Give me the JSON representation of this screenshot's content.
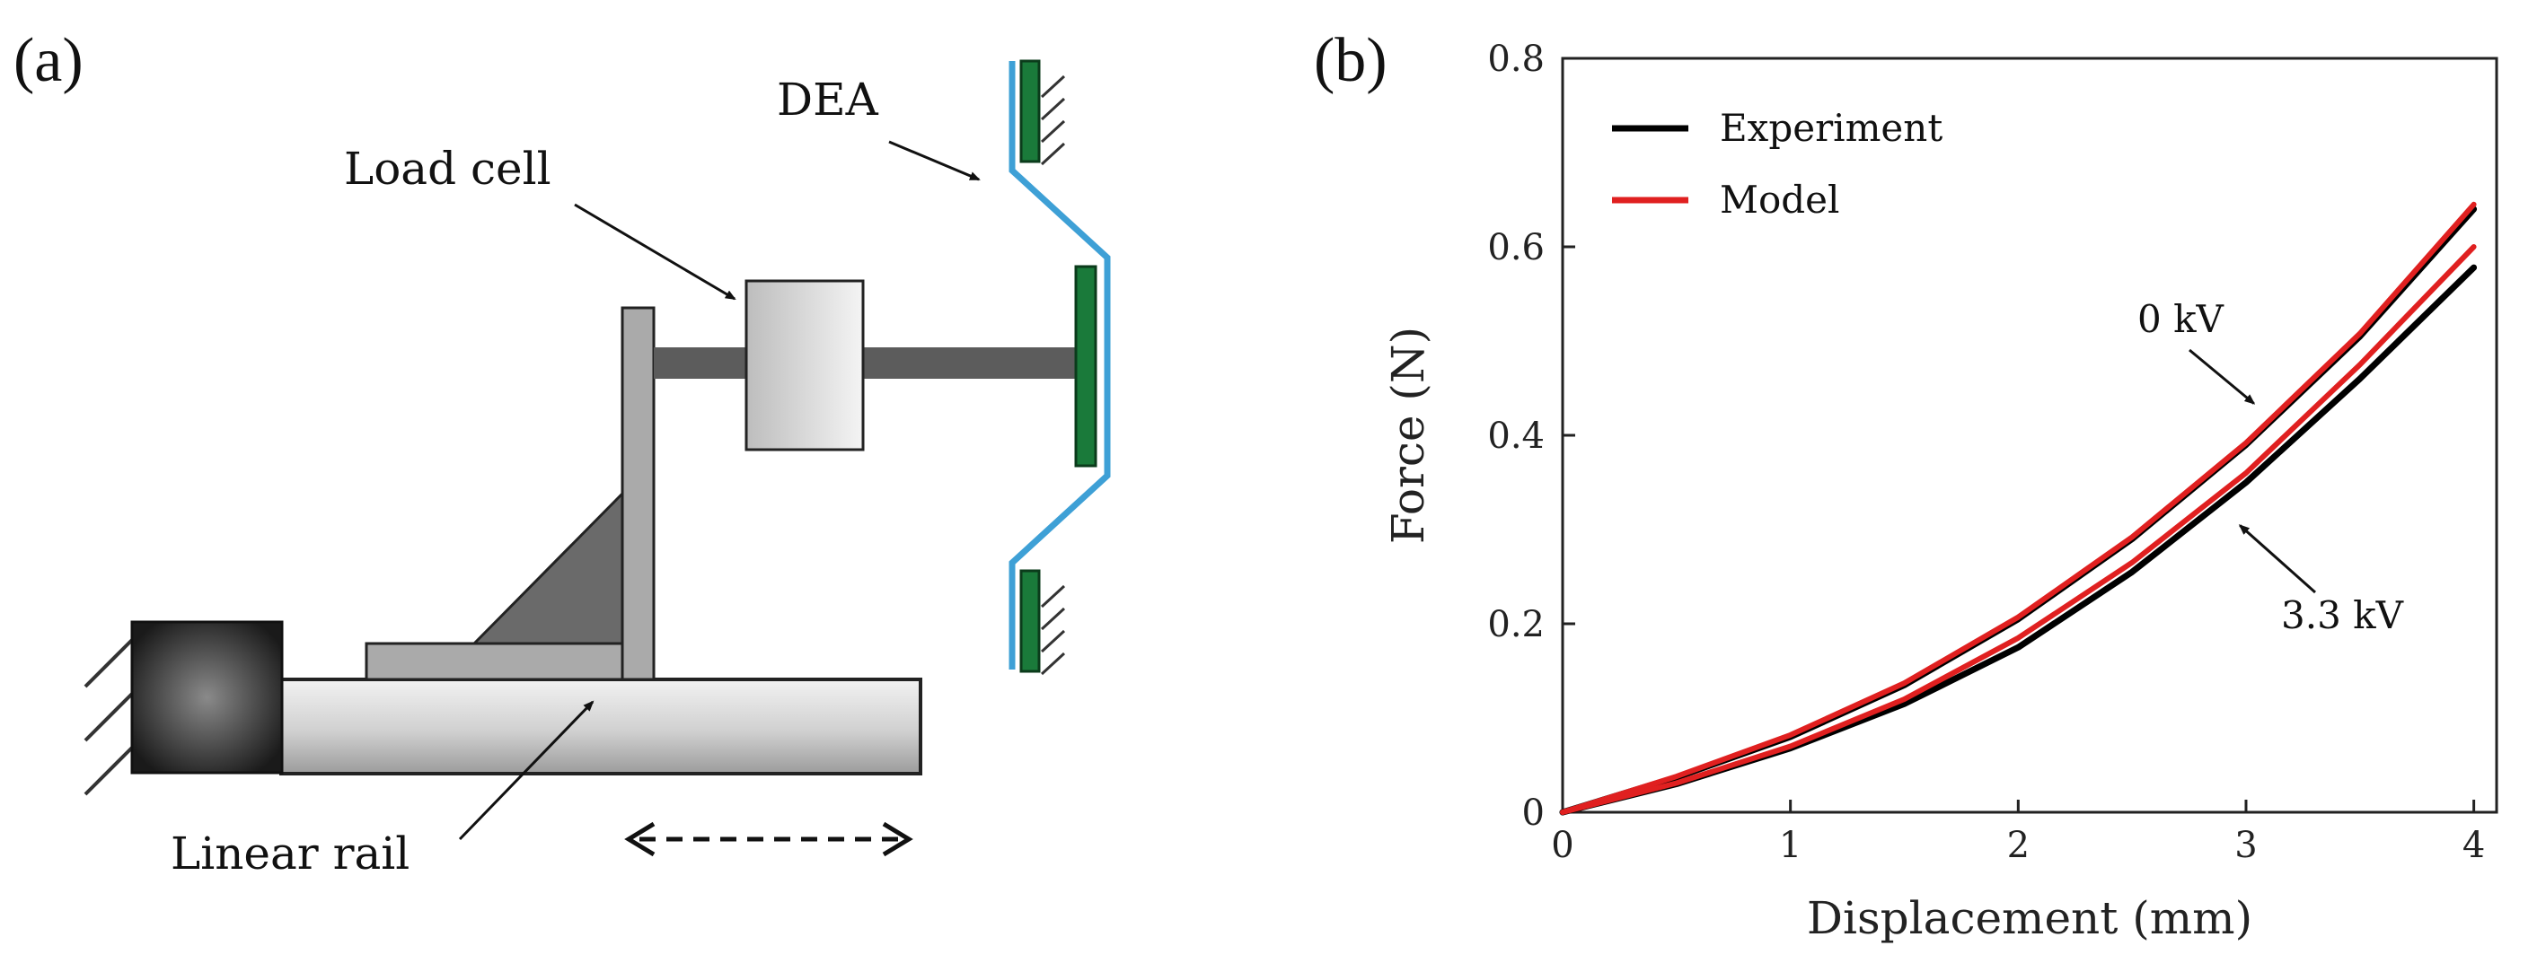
{
  "panel_a": {
    "label": "(a)",
    "components": {
      "dea": "DEA",
      "load_cell": "Load cell",
      "linear_rail": "Linear rail"
    }
  },
  "panel_b": {
    "label": "(b)"
  },
  "colors": {
    "experiment": "#000000",
    "model": "#e02020",
    "membrane": "#3ea0d6",
    "electrode": "#1a7a3a"
  },
  "chart_data": {
    "type": "line",
    "xlabel": "Displacement (mm)",
    "ylabel": "Force (N)",
    "xlim": [
      0,
      4.1
    ],
    "ylim": [
      0,
      0.8
    ],
    "xticks": [
      {
        "value": 0,
        "label": "0"
      },
      {
        "value": 1,
        "label": "1"
      },
      {
        "value": 2,
        "label": "2"
      },
      {
        "value": 3,
        "label": "3"
      },
      {
        "value": 4,
        "label": "4"
      }
    ],
    "yticks": [
      {
        "value": 0,
        "label": "0"
      },
      {
        "value": 0.2,
        "label": "0.2"
      },
      {
        "value": 0.4,
        "label": "0.4"
      },
      {
        "value": 0.6,
        "label": "0.6"
      },
      {
        "value": 0.8,
        "label": "0.8"
      }
    ],
    "grid": false,
    "legend": {
      "position": "top-left",
      "entries": [
        {
          "name": "Experiment",
          "color": "#000000"
        },
        {
          "name": "Model",
          "color": "#e02020"
        }
      ]
    },
    "x": [
      0,
      0.5,
      1,
      1.5,
      2,
      2.5,
      3,
      3.5,
      4
    ],
    "series": [
      {
        "name": "Experiment",
        "voltage": "0 kV",
        "color": "#000000",
        "values": [
          0,
          0.037,
          0.08,
          0.135,
          0.205,
          0.29,
          0.39,
          0.505,
          0.64
        ]
      },
      {
        "name": "Model",
        "voltage": "0 kV",
        "color": "#e02020",
        "values": [
          0,
          0.038,
          0.082,
          0.137,
          0.207,
          0.292,
          0.392,
          0.508,
          0.645
        ]
      },
      {
        "name": "Experiment",
        "voltage": "3.3 kV",
        "color": "#000000",
        "values": [
          0,
          0.03,
          0.068,
          0.115,
          0.175,
          0.255,
          0.35,
          0.46,
          0.578
        ]
      },
      {
        "name": "Model",
        "voltage": "3.3 kV",
        "color": "#e02020",
        "values": [
          0,
          0.031,
          0.07,
          0.12,
          0.185,
          0.265,
          0.36,
          0.475,
          0.6
        ]
      }
    ],
    "annotations": [
      {
        "text": "0 kV",
        "at": [
          3.05,
          0.43
        ]
      },
      {
        "text": "3.3 kV",
        "at": [
          2.95,
          0.31
        ]
      }
    ]
  }
}
